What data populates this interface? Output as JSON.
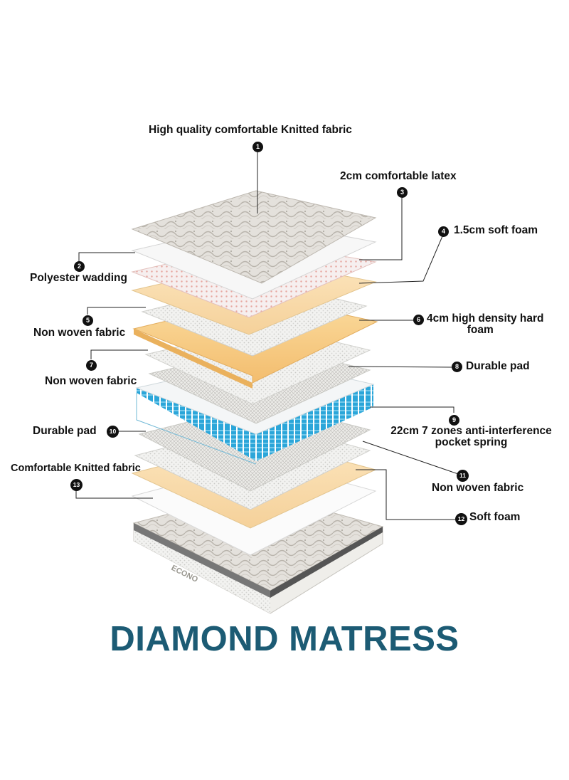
{
  "title": "DIAMOND MATRESS",
  "colors": {
    "title": "#1c5b74",
    "latex_dots": "#e7a7a0",
    "hard_foam": "#f6c67a",
    "soft_foam": "#f8d6a2",
    "spring_blue": "#2ba6d9"
  },
  "brand_mark": "ECONO",
  "layers": [
    {
      "number": "1",
      "label": "High quality comfortable Knitted fabric"
    },
    {
      "number": "2",
      "label": "Polyester wadding"
    },
    {
      "number": "3",
      "label": "2cm comfortable latex"
    },
    {
      "number": "4",
      "label": "1.5cm soft foam"
    },
    {
      "number": "5",
      "label": "Non woven fabric"
    },
    {
      "number": "6",
      "label_line1": "4cm high density hard",
      "label_line2": "foam"
    },
    {
      "number": "7",
      "label": "Non woven fabric"
    },
    {
      "number": "8",
      "label": "Durable pad"
    },
    {
      "number": "9",
      "label_line1": "22cm 7 zones anti-interference",
      "label_line2": "pocket spring"
    },
    {
      "number": "10",
      "label": "Durable pad"
    },
    {
      "number": "11",
      "label": "Non woven fabric"
    },
    {
      "number": "12",
      "label": "Soft foam"
    },
    {
      "number": "13",
      "label": "Comfortable Knitted fabric"
    }
  ]
}
